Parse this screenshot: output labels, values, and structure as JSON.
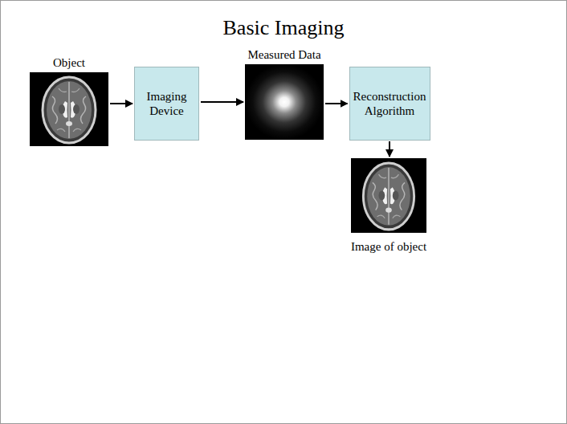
{
  "diagram": {
    "title": "Basic Imaging",
    "nodes": [
      {
        "text": [
          "Object"
        ]
      },
      {
        "text": [
          "Imaging Device"
        ]
      },
      {
        "text": [
          "Measured Data"
        ]
      },
      {
        "text": [
          "Reconstruction Algorithm"
        ]
      },
      {
        "text": [
          "Image of object"
        ]
      }
    ],
    "edges": [
      {
        "from": 0,
        "to": 1,
        "arrow": "to"
      },
      {
        "from": 1,
        "to": 2,
        "arrow": "to"
      },
      {
        "from": 2,
        "to": 3,
        "arrow": "to"
      },
      {
        "from": 3,
        "to": 4,
        "arrow": "to"
      }
    ]
  }
}
